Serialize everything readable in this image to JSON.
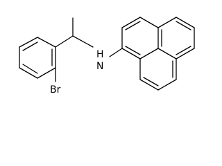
{
  "molecule": {
    "atom_labels": {
      "nh": "H",
      "n": "N",
      "br": "Br"
    }
  },
  "colors": {
    "bond": "#000000",
    "background": "#ffffff"
  }
}
